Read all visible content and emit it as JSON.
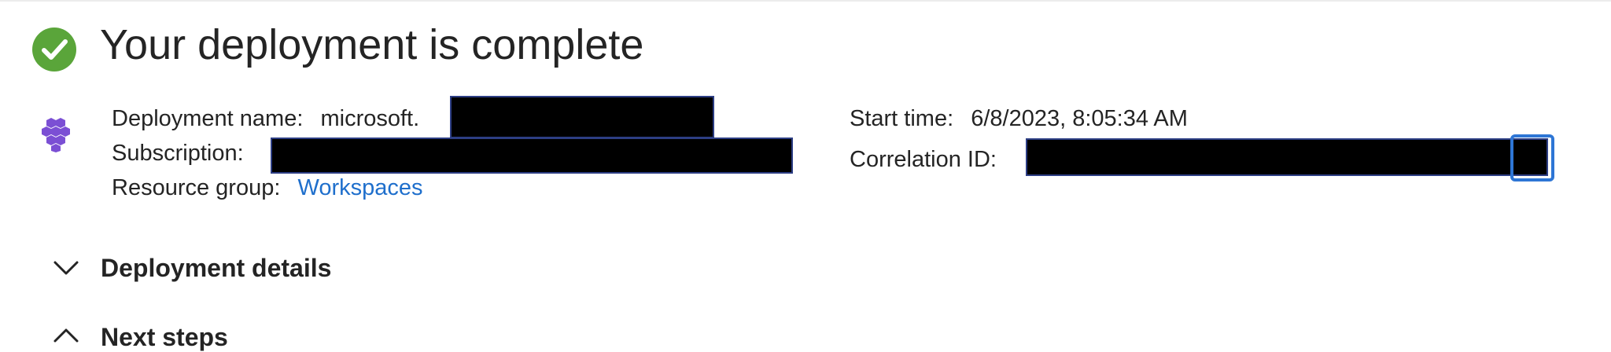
{
  "deployment": {
    "title": "Your deployment is complete",
    "status_icon": "success-check-icon",
    "resource_icon": "hexagon-cluster-icon",
    "details": {
      "deployment_name_label": "Deployment name:",
      "deployment_name_value": "microsoft.",
      "subscription_label": "Subscription:",
      "resource_group_label": "Resource group:",
      "resource_group_value": "Workspaces",
      "start_time_label": "Start time:",
      "start_time_value": "6/8/2023, 8:05:34 AM",
      "correlation_id_label": "Correlation ID:"
    },
    "sections": [
      {
        "title": "Deployment details",
        "icon": "chevron-down-icon"
      },
      {
        "title": "Next steps",
        "icon": "chevron-up-icon"
      }
    ],
    "colors": {
      "success": "#5aa53a",
      "resource": "#7b4fd4",
      "link": "#1f6fcc",
      "redaction": "#000000",
      "focus_outline": "#2e76d5"
    }
  }
}
